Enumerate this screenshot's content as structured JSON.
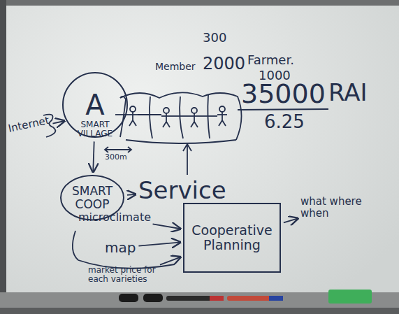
{
  "diagram": {
    "nodes": [
      {
        "text": [
          "Internet"
        ]
      },
      {
        "text": [
          "A",
          "SMART VILLAGE"
        ]
      },
      {
        "text": [
          "SMART COOP"
        ]
      },
      {
        "text": [
          "Service"
        ]
      },
      {
        "text": [
          "microclimate"
        ]
      },
      {
        "text": [
          "map"
        ]
      },
      {
        "text": [
          "market price for each varieties"
        ]
      },
      {
        "text": [
          "Cooperative Planning"
        ]
      },
      {
        "text": [
          "what where when"
        ]
      }
    ],
    "edges": [
      {
        "from": 0,
        "to": 1,
        "arrow": "to"
      },
      {
        "from": 1,
        "to": 2,
        "arrow": "to"
      },
      {
        "from": 2,
        "to": 3,
        "arrow": "to"
      },
      {
        "from": 4,
        "to": 7,
        "arrow": "to"
      },
      {
        "from": 5,
        "to": 7,
        "arrow": "to"
      },
      {
        "from": 6,
        "to": 7,
        "arrow": "to"
      },
      {
        "from": 7,
        "to": 8,
        "arrow": "to"
      }
    ],
    "labels": [
      "300",
      "Member",
      "2000",
      "Farmer.",
      "1000",
      "35000",
      "RAI",
      "6.25",
      "300m"
    ]
  }
}
